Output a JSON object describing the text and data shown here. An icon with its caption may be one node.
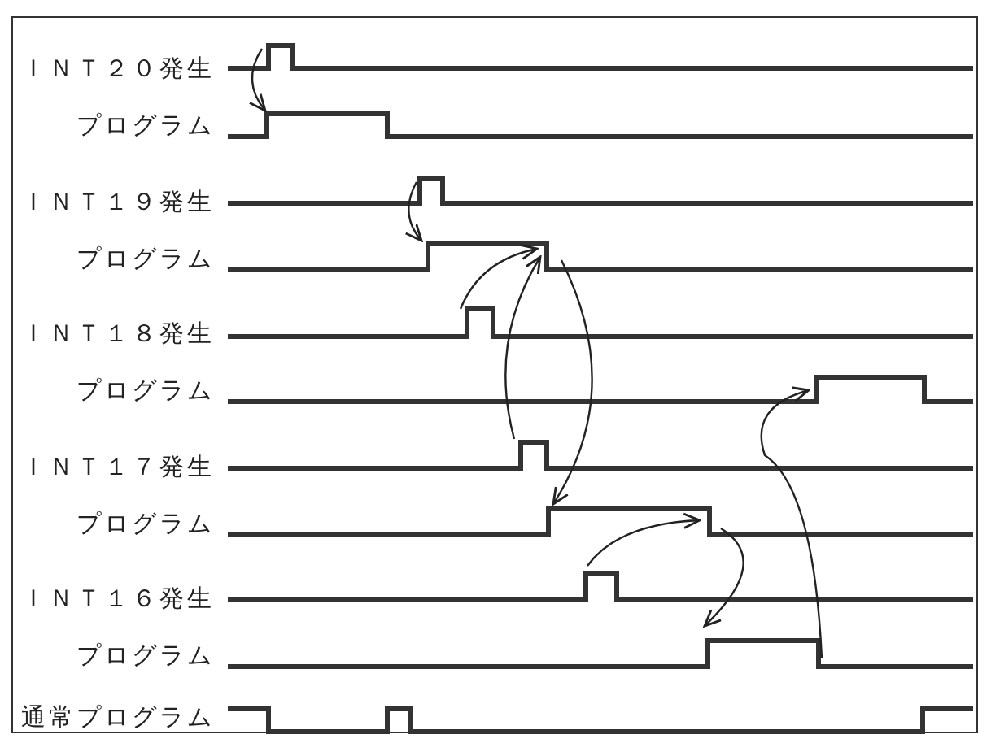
{
  "diagram": {
    "labels": [
      "ＩＮＴ２０発生",
      "プログラム",
      "ＩＮＴ１９発生",
      "プログラム",
      "ＩＮＴ１８発生",
      "プログラム",
      "ＩＮＴ１７発生",
      "プログラム",
      "ＩＮＴ１６発生",
      "プログラム",
      "通常プログラム"
    ]
  }
}
